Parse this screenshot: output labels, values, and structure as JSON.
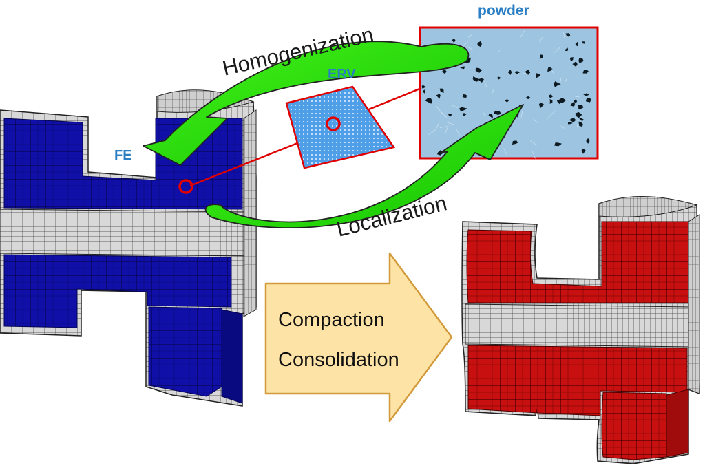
{
  "labels": {
    "powder": "powder",
    "erv": "ERV",
    "fe": "FE",
    "homogenization": "Homogenization",
    "localization": "Localization"
  },
  "process_arrow": {
    "line1": "Compaction",
    "line2": "Consolidation"
  },
  "colors": {
    "blue_part": "#1010a8",
    "red_part": "#c81010",
    "mesh_grey": "#d4d4d4",
    "green_arrow": "#22e000",
    "link_red": "#e00000",
    "erv_fill": "#4f9fe8",
    "powder_fill": "#9dc4e0",
    "process_arrow_fill": "#fde4a6",
    "process_arrow_border": "#d39a3c",
    "label_blue": "#2a7ec4"
  }
}
